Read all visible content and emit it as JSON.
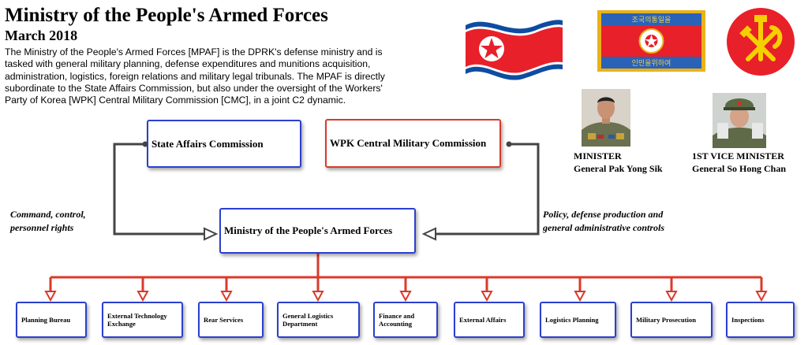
{
  "header": {
    "title": "Ministry of the People's Armed Forces",
    "subtitle": "March 2018",
    "description": "The Ministry of the People's Armed Forces [MPAF] is the DPRK's defense ministry and is tasked with general military planning, defense expenditures and munitions acquisition, administration, logistics, foreign relations and military legal tribunals.  The MPAF is directly subordinate to the State Affairs Commission, but also under the oversight of the Workers' Party of Korea [WPK] Central Military Commission [CMC], in a joint C2 dynamic."
  },
  "org": {
    "state_affairs": "State Affairs Commission",
    "wpk_cmc": "WPK Central Military Commission",
    "mpaf": "Ministry of the People's Armed Forces",
    "left_label": [
      "Command, control,",
      "personnel rights"
    ],
    "right_label": [
      "Policy, defense production and",
      "general administrative controls"
    ],
    "departments": [
      [
        "Planning Bureau"
      ],
      [
        "External Technology",
        "Exchange"
      ],
      [
        "Rear Services"
      ],
      [
        "General Logistics",
        "Department"
      ],
      [
        "Finance and",
        "Accounting"
      ],
      [
        "External Affairs"
      ],
      [
        "Logistics Planning"
      ],
      [
        "Military Prosecution"
      ],
      [
        "Inspections"
      ]
    ]
  },
  "officials": {
    "minister_role": "MINISTER",
    "minister_name": "General Pak Yong Sik",
    "vice_role": "1ST VICE MINISTER",
    "vice_name": "General So Hong Chan"
  },
  "flag_text": {
    "top": "조국의통일을",
    "bottom": "인민을위하여"
  },
  "colors": {
    "blue_border": "#2b3fd0",
    "red_border": "#d93a2b",
    "red_connectors": "#d93a2b",
    "grey_connectors": "#444444"
  },
  "icons": [
    "dprk-flag-icon",
    "military-banner-icon",
    "wpk-emblem-icon",
    "minister-portrait",
    "vice-minister-portrait"
  ]
}
